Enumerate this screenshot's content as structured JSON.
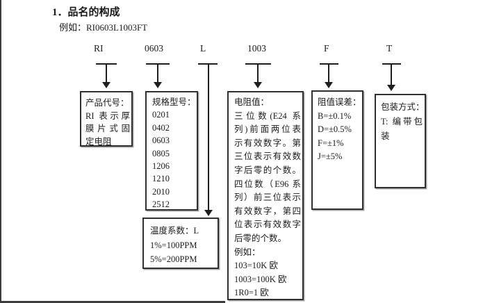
{
  "page": {
    "heading": "1．品名的构成",
    "example": "例如：RI0603L1003FT"
  },
  "code_parts": [
    {
      "id": "product-code",
      "label": "RI"
    },
    {
      "id": "spec-model",
      "label": "0603"
    },
    {
      "id": "temp-coefficient",
      "label": "L"
    },
    {
      "id": "resistance-value",
      "label": "1003"
    },
    {
      "id": "tolerance",
      "label": "F"
    },
    {
      "id": "packaging",
      "label": "T"
    }
  ],
  "boxes": {
    "product_code": {
      "lines": [
        "产品代号：",
        "RI 表示厚",
        "膜片式固",
        "定电阻"
      ]
    },
    "spec_model": {
      "lines": [
        "规格型号：",
        "0201",
        "0402",
        "0603",
        "0805",
        "1206",
        "1210",
        "2010",
        "2512"
      ]
    },
    "temp_coefficient": {
      "lines": [
        "温度系数：L",
        "1%=100PPM",
        "5%=200PPM"
      ]
    },
    "resistance_value": {
      "lines": [
        "电阻值：",
        "三位数(E24 系",
        "列)前面两位表",
        "示有效数字。第",
        "三位表示有效数",
        "字后零的个数。",
        "四位数（E96 系",
        "列）前三位表示",
        "有效数字，第四",
        "位表示有效数字",
        "后零的个数。",
        "例如：",
        "103=10K 欧",
        "1003=100K 欧",
        "1R0=1 欧"
      ]
    },
    "tolerance": {
      "lines": [
        "阻值误差：",
        "B=±0.1%",
        "D=±0.5%",
        "F=±1%",
        "J=±5%"
      ]
    },
    "packaging": {
      "lines": [
        "包装方式：",
        "T: 编带包",
        "装"
      ]
    }
  }
}
